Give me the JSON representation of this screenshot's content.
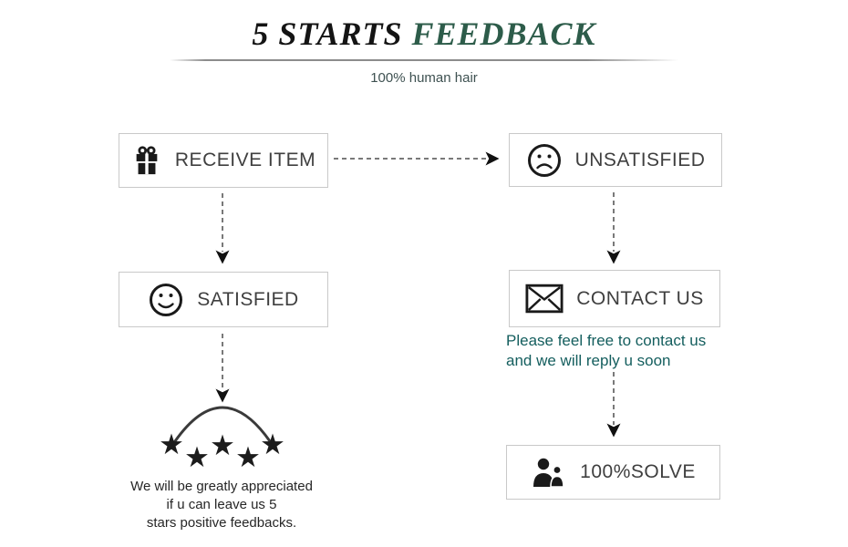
{
  "header": {
    "title_black": "5 STARTS ",
    "title_green": "FEEDBACK",
    "title_green_color": "#2d5c4a",
    "subtitle": "100% human hair"
  },
  "flow": {
    "receive_item": {
      "label": "RECEIVE ITEM",
      "icon": "gift-icon"
    },
    "unsatisfied": {
      "label": "UNSATISFIED",
      "icon": "sad-face-icon"
    },
    "satisfied": {
      "label": "SATISFIED",
      "icon": "smiley-face-icon"
    },
    "contact_us": {
      "label": "CONTACT US",
      "icon": "envelope-icon"
    },
    "solve": {
      "label": "100%SOLVE",
      "icon": "people-icon"
    },
    "contact_note": {
      "color": "#145e5e",
      "line1": "Please feel free to contact us",
      "line2": "and we will reply u soon"
    },
    "stars_note": {
      "line1": "We will be greatly appreciated",
      "line2": "if u can leave us  5",
      "line3": "stars positive feedbacks."
    },
    "star_count": 5
  }
}
